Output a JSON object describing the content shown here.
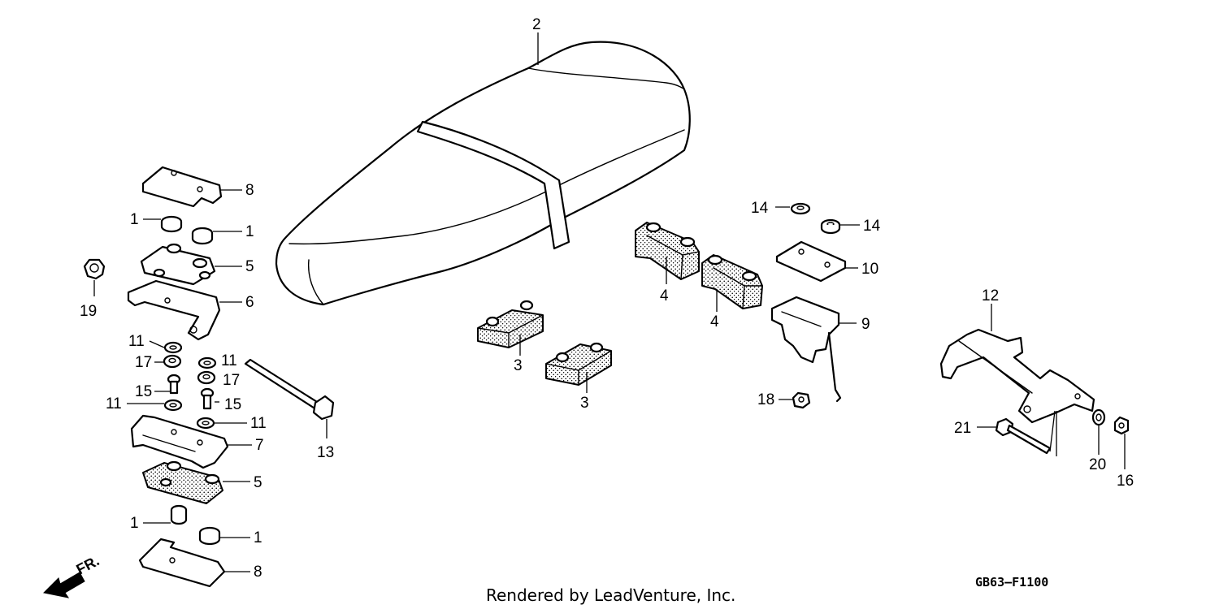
{
  "diagram": {
    "callouts": [
      "1",
      "2",
      "3",
      "4",
      "5",
      "6",
      "7",
      "8",
      "9",
      "10",
      "11",
      "12",
      "13",
      "14",
      "15",
      "16",
      "17",
      "18",
      "19",
      "20",
      "21"
    ],
    "front_marker": "FR.",
    "footer_text": "Rendered by LeadVenture, Inc.",
    "diagram_code": "GB63–F1100"
  }
}
